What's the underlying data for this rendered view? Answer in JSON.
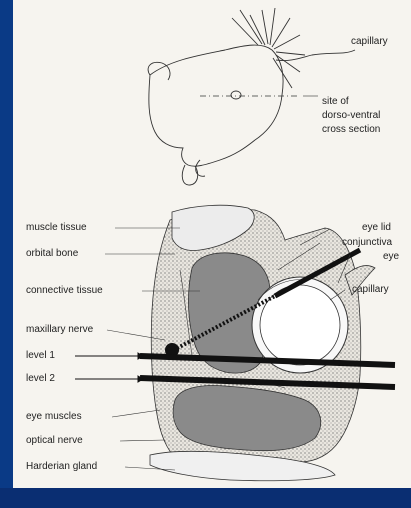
{
  "colors": {
    "frame": "#0b2a63",
    "paper": "#f6f4ef",
    "ink": "#222222",
    "tissue": "#808080",
    "light": "#e6e6e6"
  },
  "top_labels": {
    "capillary": "capillary",
    "site_line1": "site of",
    "site_line2": "dorso-ventral",
    "site_line3": "cross section"
  },
  "left_labels": [
    "muscle tissue",
    "orbital bone",
    "connective tissue",
    "maxillary nerve",
    "level 1",
    "level 2",
    "eye muscles",
    "optical nerve",
    "Harderian gland"
  ],
  "right_labels": [
    "eye lid",
    "conjunctiva",
    "eye",
    "capillary"
  ]
}
